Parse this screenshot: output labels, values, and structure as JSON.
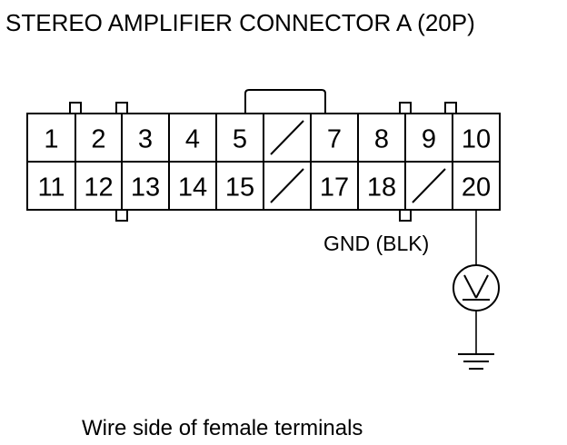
{
  "title": "STEREO AMPLIFIER CONNECTOR A (20P)",
  "caption": "Wire side of female terminals",
  "connector": {
    "top_row": [
      "1",
      "2",
      "3",
      "4",
      "5",
      "",
      "7",
      "8",
      "9",
      "10"
    ],
    "bottom_row": [
      "11",
      "12",
      "13",
      "14",
      "15",
      "",
      "17",
      "18",
      "",
      "20"
    ]
  },
  "probe": {
    "terminal": "20",
    "label": "GND (BLK)",
    "meter_icon": "voltmeter-icon",
    "ground_icon": "ground-icon"
  }
}
